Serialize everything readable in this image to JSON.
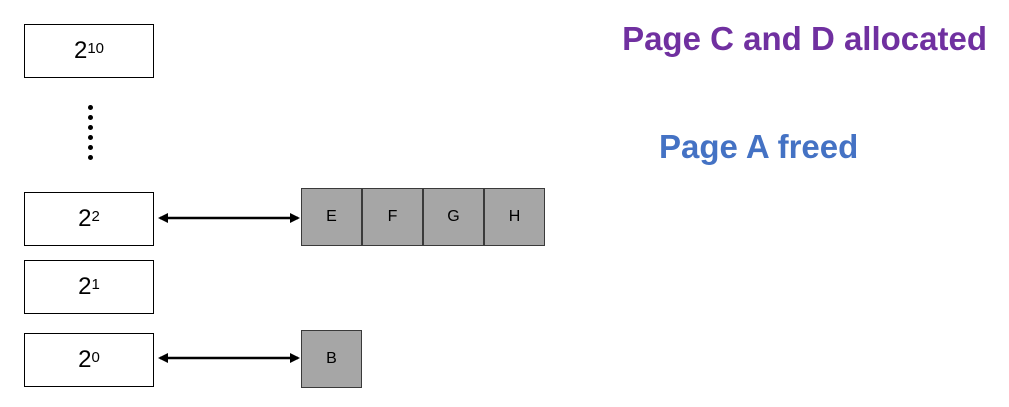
{
  "orders": [
    {
      "base": "2",
      "exp": "10"
    },
    {
      "base": "2",
      "exp": "2"
    },
    {
      "base": "2",
      "exp": "1"
    },
    {
      "base": "2",
      "exp": "0"
    }
  ],
  "free_lists": {
    "order_2": [
      "E",
      "F",
      "G",
      "H"
    ],
    "order_0": [
      "B"
    ]
  },
  "status": {
    "allocated": "Page C and D allocated",
    "freed": "Page A freed"
  },
  "colors": {
    "allocated_text": "#7030a0",
    "freed_text": "#4472c4",
    "page_fill": "#a6a6a6"
  }
}
